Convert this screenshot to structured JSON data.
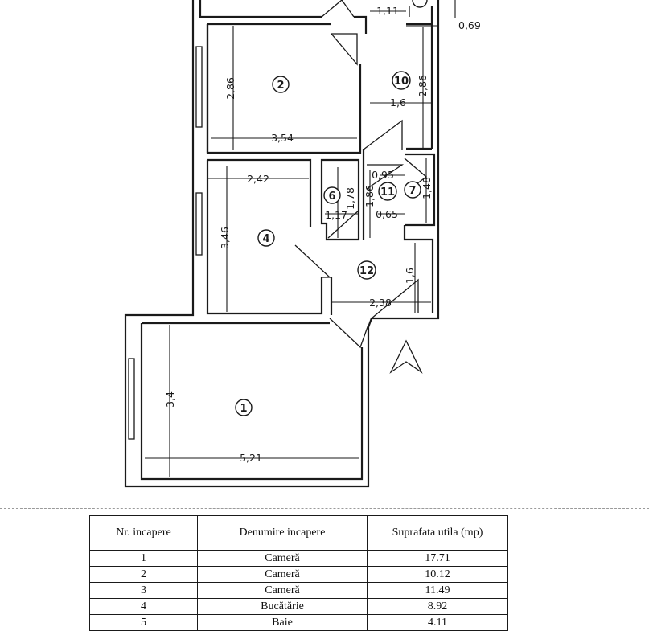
{
  "plan": {
    "rooms": [
      {
        "number": "1",
        "dims": [
          "3,4",
          "5,21"
        ]
      },
      {
        "number": "2",
        "dims": [
          "2,86",
          "3,54"
        ]
      },
      {
        "number": "4",
        "dims": [
          "3,46",
          "2,42"
        ]
      },
      {
        "number": "6",
        "dims": [
          "1,78",
          "1,17"
        ]
      },
      {
        "number": "7",
        "dims": [
          "1,48"
        ]
      },
      {
        "number": "10",
        "dims": [
          "2,86",
          "1,6"
        ]
      },
      {
        "number": "11",
        "dims": [
          "1,86",
          "0,95",
          "0,65"
        ]
      },
      {
        "number": "12",
        "dims": [
          "1,6",
          "2,38"
        ]
      }
    ],
    "top_dims": [
      "1,11",
      "0,69"
    ]
  },
  "table": {
    "headers": [
      "Nr. incapere",
      "Denumire incapere",
      "Suprafata utila (mp)"
    ],
    "rows": [
      [
        "1",
        "Cameră",
        "17.71"
      ],
      [
        "2",
        "Cameră",
        "10.12"
      ],
      [
        "3",
        "Cameră",
        "11.49"
      ],
      [
        "4",
        "Bucătărie",
        "8.92"
      ],
      [
        "5",
        "Baie",
        "4.11"
      ]
    ]
  }
}
